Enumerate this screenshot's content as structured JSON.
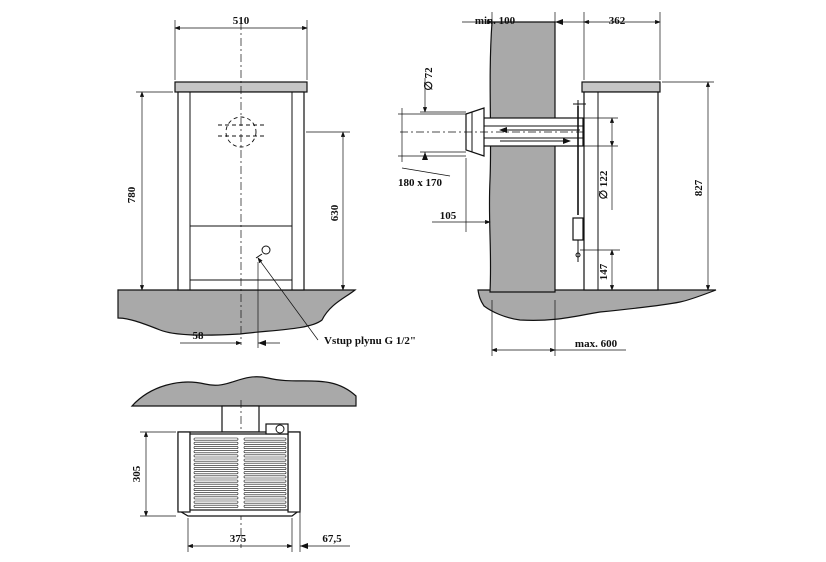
{
  "front_view": {
    "width": "510",
    "height": "780",
    "gas_height": "630",
    "gas_offset": "58",
    "gas_label": "Vstup plynu G 1/2\""
  },
  "side_view": {
    "wall_min": "min. 100",
    "depth": "362",
    "flue_diameter": "∅ 72",
    "wall_opening": "180 x 170",
    "flue_depth": "105",
    "flue_outer": "∅ 122",
    "height": "827",
    "valve_height": "147",
    "wall_max": "max. 600"
  },
  "top_view": {
    "depth": "305",
    "width": "375",
    "offset": "67,5"
  }
}
